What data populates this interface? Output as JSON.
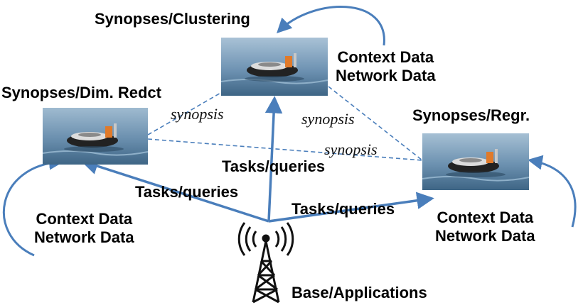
{
  "nodes": {
    "clustering": {
      "title": "Synopses/Clustering",
      "context_line1": "Context Data",
      "context_line2": "Network Data"
    },
    "dim_redct": {
      "title": "Synopses/Dim. Redct",
      "context_line1": "Context Data",
      "context_line2": "Network Data"
    },
    "regr": {
      "title": "Synopses/Regr.",
      "context_line1": "Context Data",
      "context_line2": "Network Data"
    },
    "base": {
      "title": "Base/Applications"
    }
  },
  "edges": {
    "tasks_left": "Tasks/queries",
    "tasks_center": "Tasks/queries",
    "tasks_right": "Tasks/queries",
    "synopsis_left": "synopsis",
    "synopsis_right": "synopsis",
    "synopsis_bottom": "synopsis"
  },
  "colors": {
    "arrow": "#4a7ebb",
    "water_dark": "#3e6585",
    "water_light": "#a9c2d6"
  },
  "icons": [
    "robot-boat-image",
    "antenna-tower-icon"
  ]
}
